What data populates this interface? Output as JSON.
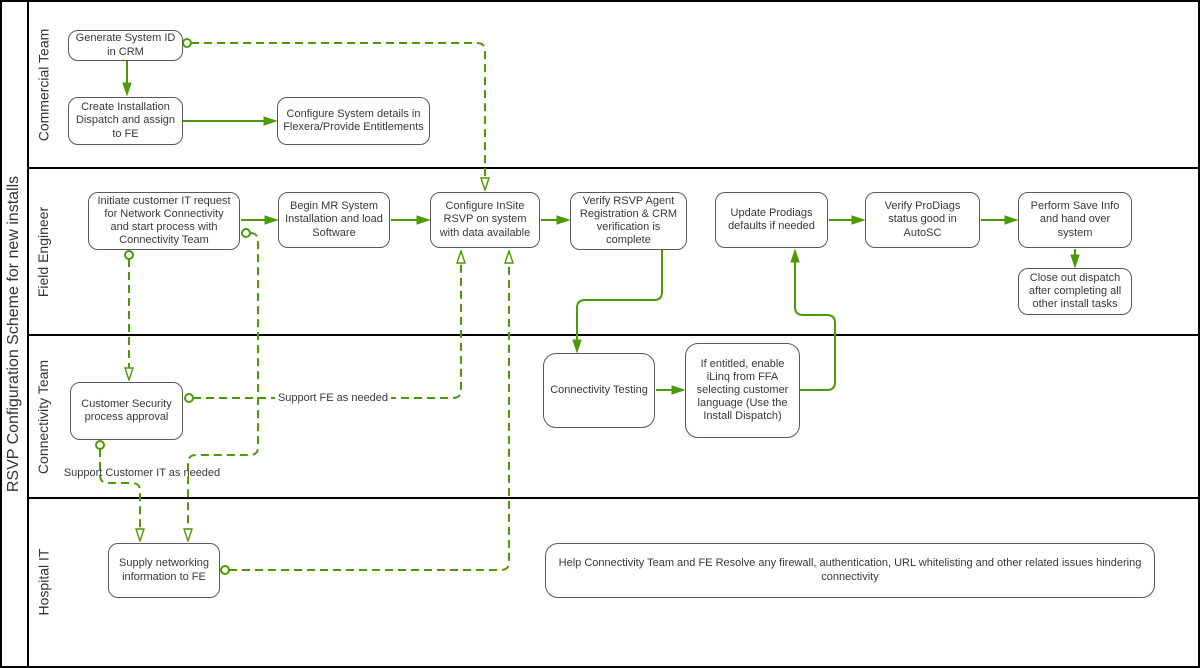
{
  "meta": {
    "accent_color": "#4C9A06",
    "line_color": "#000000",
    "box_border_color": "#595959",
    "text_color": "#383838"
  },
  "pool": {
    "title": "RSVP Configuration Scheme for new installs"
  },
  "lanes": {
    "commercial": {
      "label": "Commercial Team"
    },
    "field_engineer": {
      "label": "Field Engineer"
    },
    "connectivity": {
      "label": "Connectivity Team"
    },
    "hospital_it": {
      "label": "Hospital IT"
    }
  },
  "nodes": {
    "generate_system_id": {
      "label": "Generate System ID in CRM"
    },
    "create_dispatch": {
      "label": "Create Installation Dispatch and assign to FE"
    },
    "configure_flexera": {
      "label": "Configure System details in Flexera/Provide Entitlements"
    },
    "initiate_it_request": {
      "label": "Initiate customer IT request for Network Connectivity and start process with Connectivity Team"
    },
    "begin_mr_install": {
      "label": "Begin MR System Installation and load Software"
    },
    "configure_insite": {
      "label": "Configure InSite RSVP on system with data available"
    },
    "verify_rsvp_agent": {
      "label": "Verify RSVP Agent Registration & CRM verification is complete"
    },
    "update_prodiags": {
      "label": "Update Prodiags defaults if needed"
    },
    "verify_prodiags": {
      "label": "Verify ProDiags status good in AutoSC"
    },
    "perform_save_info": {
      "label": "Perform Save Info and hand over system"
    },
    "close_out_dispatch": {
      "label": "Close out dispatch after completing all other install tasks"
    },
    "customer_security": {
      "label": "Customer Security process approval"
    },
    "connectivity_testing": {
      "label": "Connectivity Testing"
    },
    "enable_ilinq": {
      "label": "If entitled, enable iLinq from FFA selecting customer language (Use the Install Dispatch)"
    },
    "supply_networking": {
      "label": "Supply networking information to FE"
    },
    "help_connectivity": {
      "label": "Help Connectivity Team and FE Resolve any firewall, authentication, URL whitelisting and other related issues hindering connectivity"
    }
  },
  "edge_labels": {
    "support_fe": {
      "text": "Support FE as needed"
    },
    "support_customer_it": {
      "text": "Support Customer IT as needed"
    }
  }
}
